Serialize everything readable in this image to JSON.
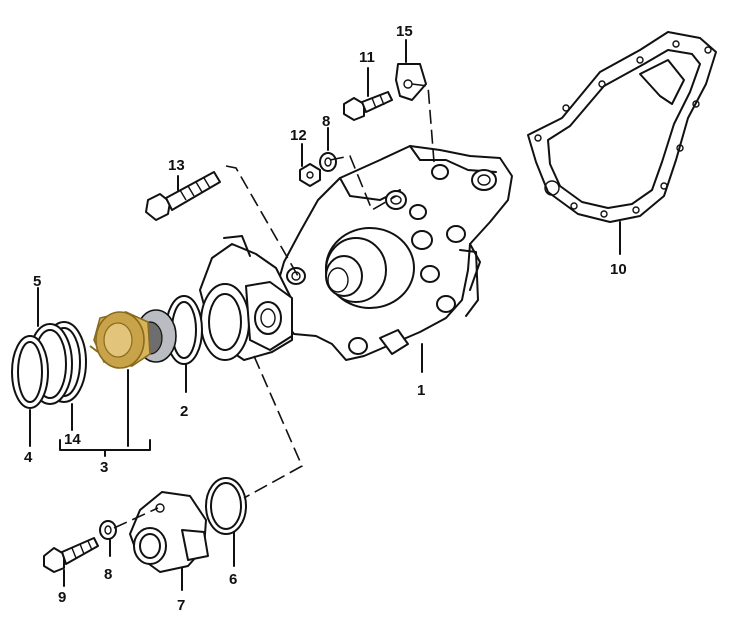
{
  "labels": {
    "p1": "1",
    "p2": "2",
    "p3": "3",
    "p4": "4",
    "p5": "5",
    "p6": "6",
    "p7": "7",
    "p8a": "8",
    "p8b": "8",
    "p9": "9",
    "p10": "10",
    "p11": "11",
    "p12": "12",
    "p13": "13",
    "p14": "14",
    "p15": "15"
  },
  "colors": {
    "line": "#111111",
    "thermostat": "#c9a34a",
    "thermostat_dark": "#8a6a1e",
    "background": "#ffffff"
  }
}
